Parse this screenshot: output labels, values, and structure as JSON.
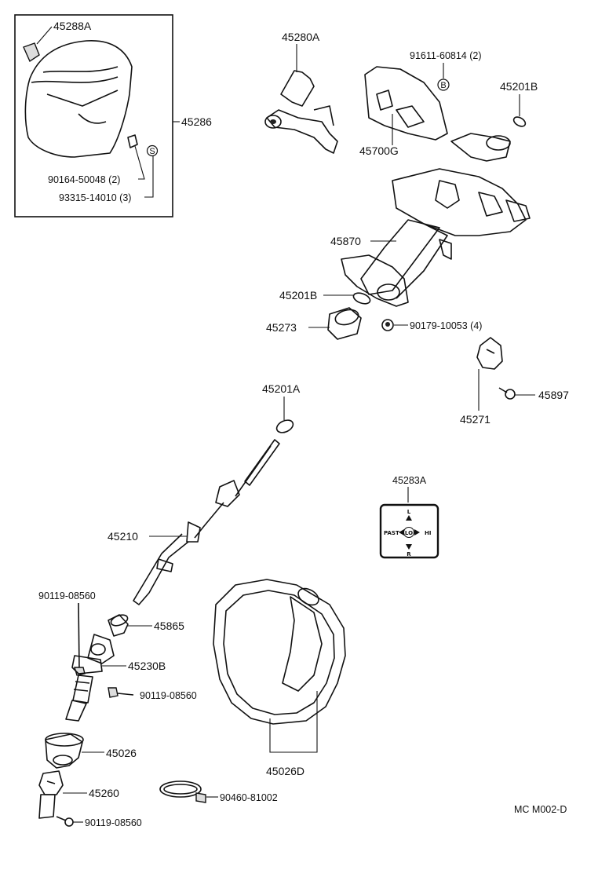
{
  "labels": {
    "p45288A": "45288A",
    "p45286": "45286",
    "p90164": "90164-50048 (2)",
    "p93315": "93315-14010 (3)",
    "p45280A": "45280A",
    "p91611": "91611-60814 (2)",
    "p45201B_top": "45201B",
    "p45700G": "45700G",
    "p45870": "45870",
    "p45201B_mid": "45201B",
    "p45273": "45273",
    "p90179": "90179-10053 (4)",
    "p45201A": "45201A",
    "p45897": "45897",
    "p45271": "45271",
    "p45283A": "45283A",
    "p45210": "45210",
    "p90119_a": "90119-08560",
    "p45865": "45865",
    "p45230B": "45230B",
    "p90119_b": "90119-08560",
    "p45026": "45026",
    "p45026D": "45026D",
    "p45260": "45260",
    "p90460": "90460-81002",
    "p90119_c": "90119-08560",
    "footer": "MC M002-D"
  },
  "markers": {
    "b": "B",
    "s": "S"
  },
  "plate": {
    "left": "PAST",
    "up": "L",
    "center": "LO",
    "right": "HI",
    "down": "R"
  }
}
